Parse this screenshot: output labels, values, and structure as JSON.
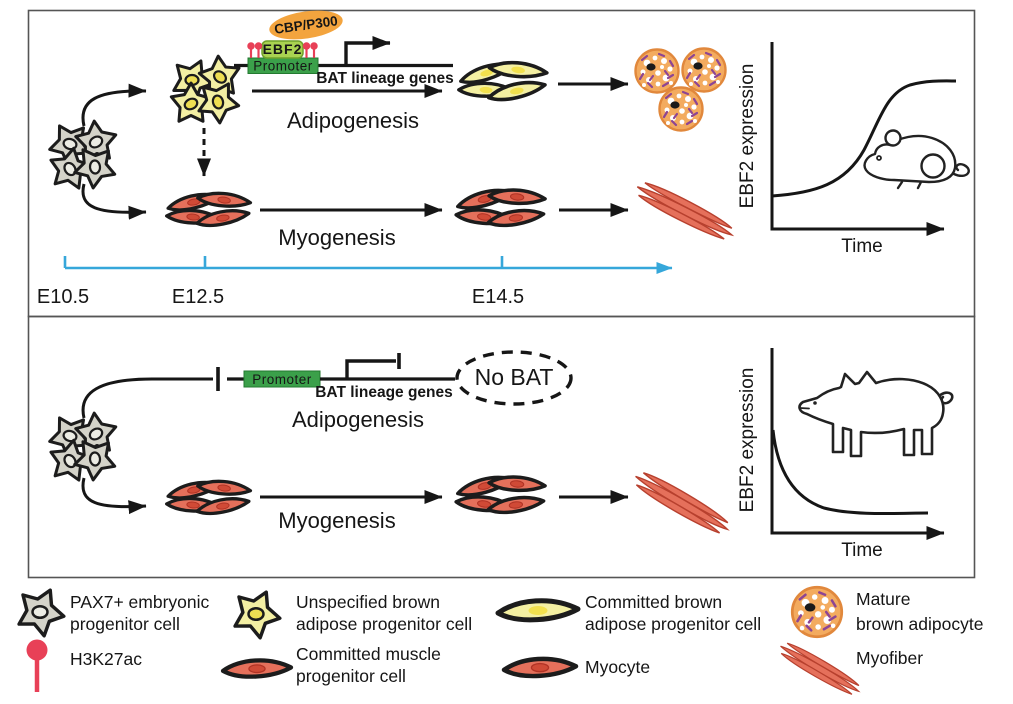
{
  "figure": {
    "top_panel": {
      "species": "mouse",
      "construct": {
        "cbp": "CBP/P300",
        "ebf2": "EBF2",
        "promoter": "Promoter",
        "genes": "BAT lineage genes"
      },
      "adipogenesis_label": "Adipogenesis",
      "myogenesis_label": "Myogenesis",
      "timeline": {
        "t1": "E10.5",
        "t2": "E12.5",
        "t3": "E14.5"
      },
      "graph": {
        "ylabel": "EBF2 expression",
        "xlabel": "Time",
        "trend": "sigmoidal increase",
        "animal": "mouse"
      }
    },
    "bottom_panel": {
      "species": "pig",
      "construct": {
        "promoter": "Promoter",
        "genes": "BAT lineage genes",
        "result": "No BAT"
      },
      "adipogenesis_label": "Adipogenesis",
      "myogenesis_label": "Myogenesis",
      "graph": {
        "ylabel": "EBF2 expression",
        "xlabel": "Time",
        "trend": "exponential decrease",
        "animal": "pig"
      }
    },
    "legend": {
      "items": [
        {
          "icon": "pax7-progenitor-cell",
          "line1": "PAX7+ embryonic",
          "line2": "progenitor cell"
        },
        {
          "icon": "unspecified-brown-adipose-progenitor-cell",
          "line1": "Unspecified brown",
          "line2": "adipose progenitor cell"
        },
        {
          "icon": "committed-brown-adipose-progenitor-cell",
          "line1": "Committed brown",
          "line2": "adipose progenitor cell"
        },
        {
          "icon": "mature-brown-adipocyte",
          "line1": "Mature",
          "line2": "brown adipocyte"
        },
        {
          "icon": "h3k27ac-mark",
          "line1": "H3K27ac",
          "line2": ""
        },
        {
          "icon": "committed-muscle-progenitor-cell",
          "line1": "Committed muscle",
          "line2": "progenitor cell"
        },
        {
          "icon": "myocyte",
          "line1": "Myocyte",
          "line2": ""
        },
        {
          "icon": "myofiber",
          "line1": "Myofiber",
          "line2": ""
        }
      ]
    },
    "colors": {
      "timeline_blue": "#36a7da",
      "promoter_green": "#3ba04a",
      "ebf2_green": "#a9d351",
      "cbp_orange": "#f3a43e",
      "h3k27ac_red": "#e84057",
      "cell_gray": "#d4d3c9",
      "cell_yellow": "#f3efa3",
      "cell_red": "#e5705b",
      "adipocyte_orange": "#f3ab5f"
    }
  }
}
